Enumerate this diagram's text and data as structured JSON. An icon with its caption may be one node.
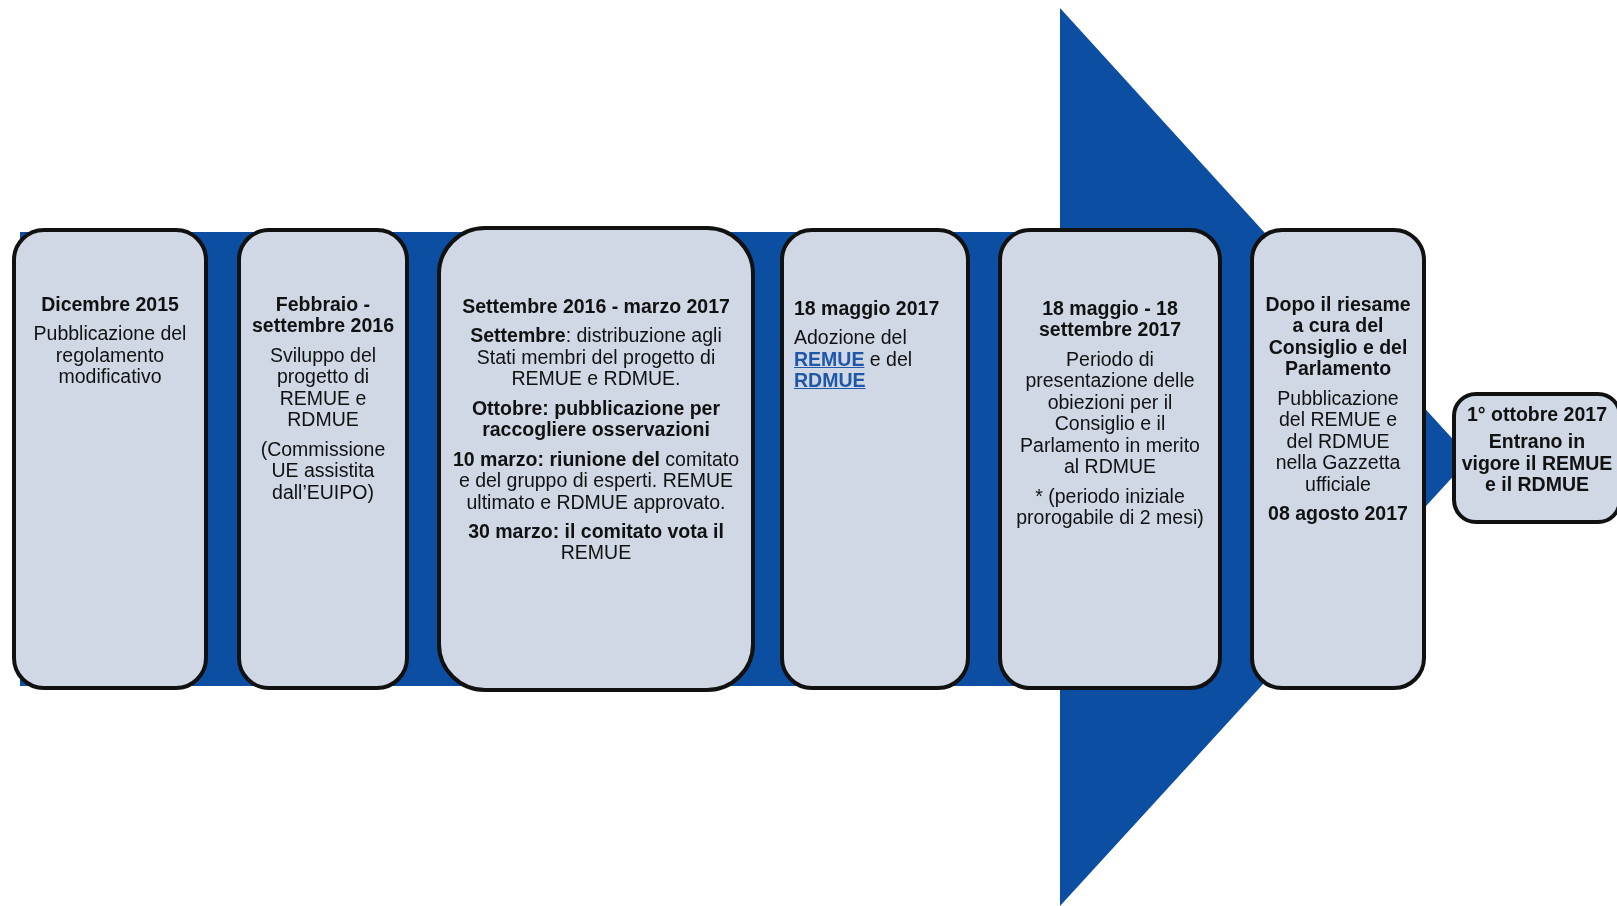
{
  "diagram": {
    "nodes": [
      {
        "text": [
          "Dicembre 2015",
          "Pubblicazione del regolamento modificativo"
        ]
      },
      {
        "text": [
          "Febbraio - settembre 2016",
          "Sviluppo del progetto di REMUE e RDMUE",
          "(Commissione UE assistita dall’EUIPO)"
        ]
      },
      {
        "text": [
          "Settembre 2016 - marzo 2017",
          "**Settembre**: distribuzione agli Stati membri del progetto di REMUE e RDMUE.",
          "Ottobre: pubblicazione per raccogliere osservazioni",
          "**10 marzo: riunione del** comitato e del gruppo di esperti. REMUE ultimato e RDMUE approvato.",
          "**30 marzo: il comitato vota il** REMUE"
        ]
      },
      {
        "text": [
          "18 maggio 2017",
          "Adozione del **REMUE** e del **RDMUE**"
        ]
      },
      {
        "text": [
          "18 maggio - 18 settembre 2017",
          "Periodo di presentazione delle obiezioni per il Consiglio e il Parlamento in merito al RDMUE",
          "* (periodo iniziale prorogabile di 2 mesi)"
        ]
      },
      {
        "text": [
          "Dopo il riesame a cura del Consiglio e del Parlamento",
          "Pubblicazione del REMUE e del RDMUE nella Gazzetta ufficiale",
          "08 agosto 2017"
        ]
      },
      {
        "text": [
          "1° ottobre 2017",
          "Entrano in vigore il REMUE e il RDMUE"
        ]
      }
    ],
    "edges": [
      {
        "from": 0,
        "to": 6,
        "arrow": "to",
        "style": "thick"
      }
    ]
  }
}
